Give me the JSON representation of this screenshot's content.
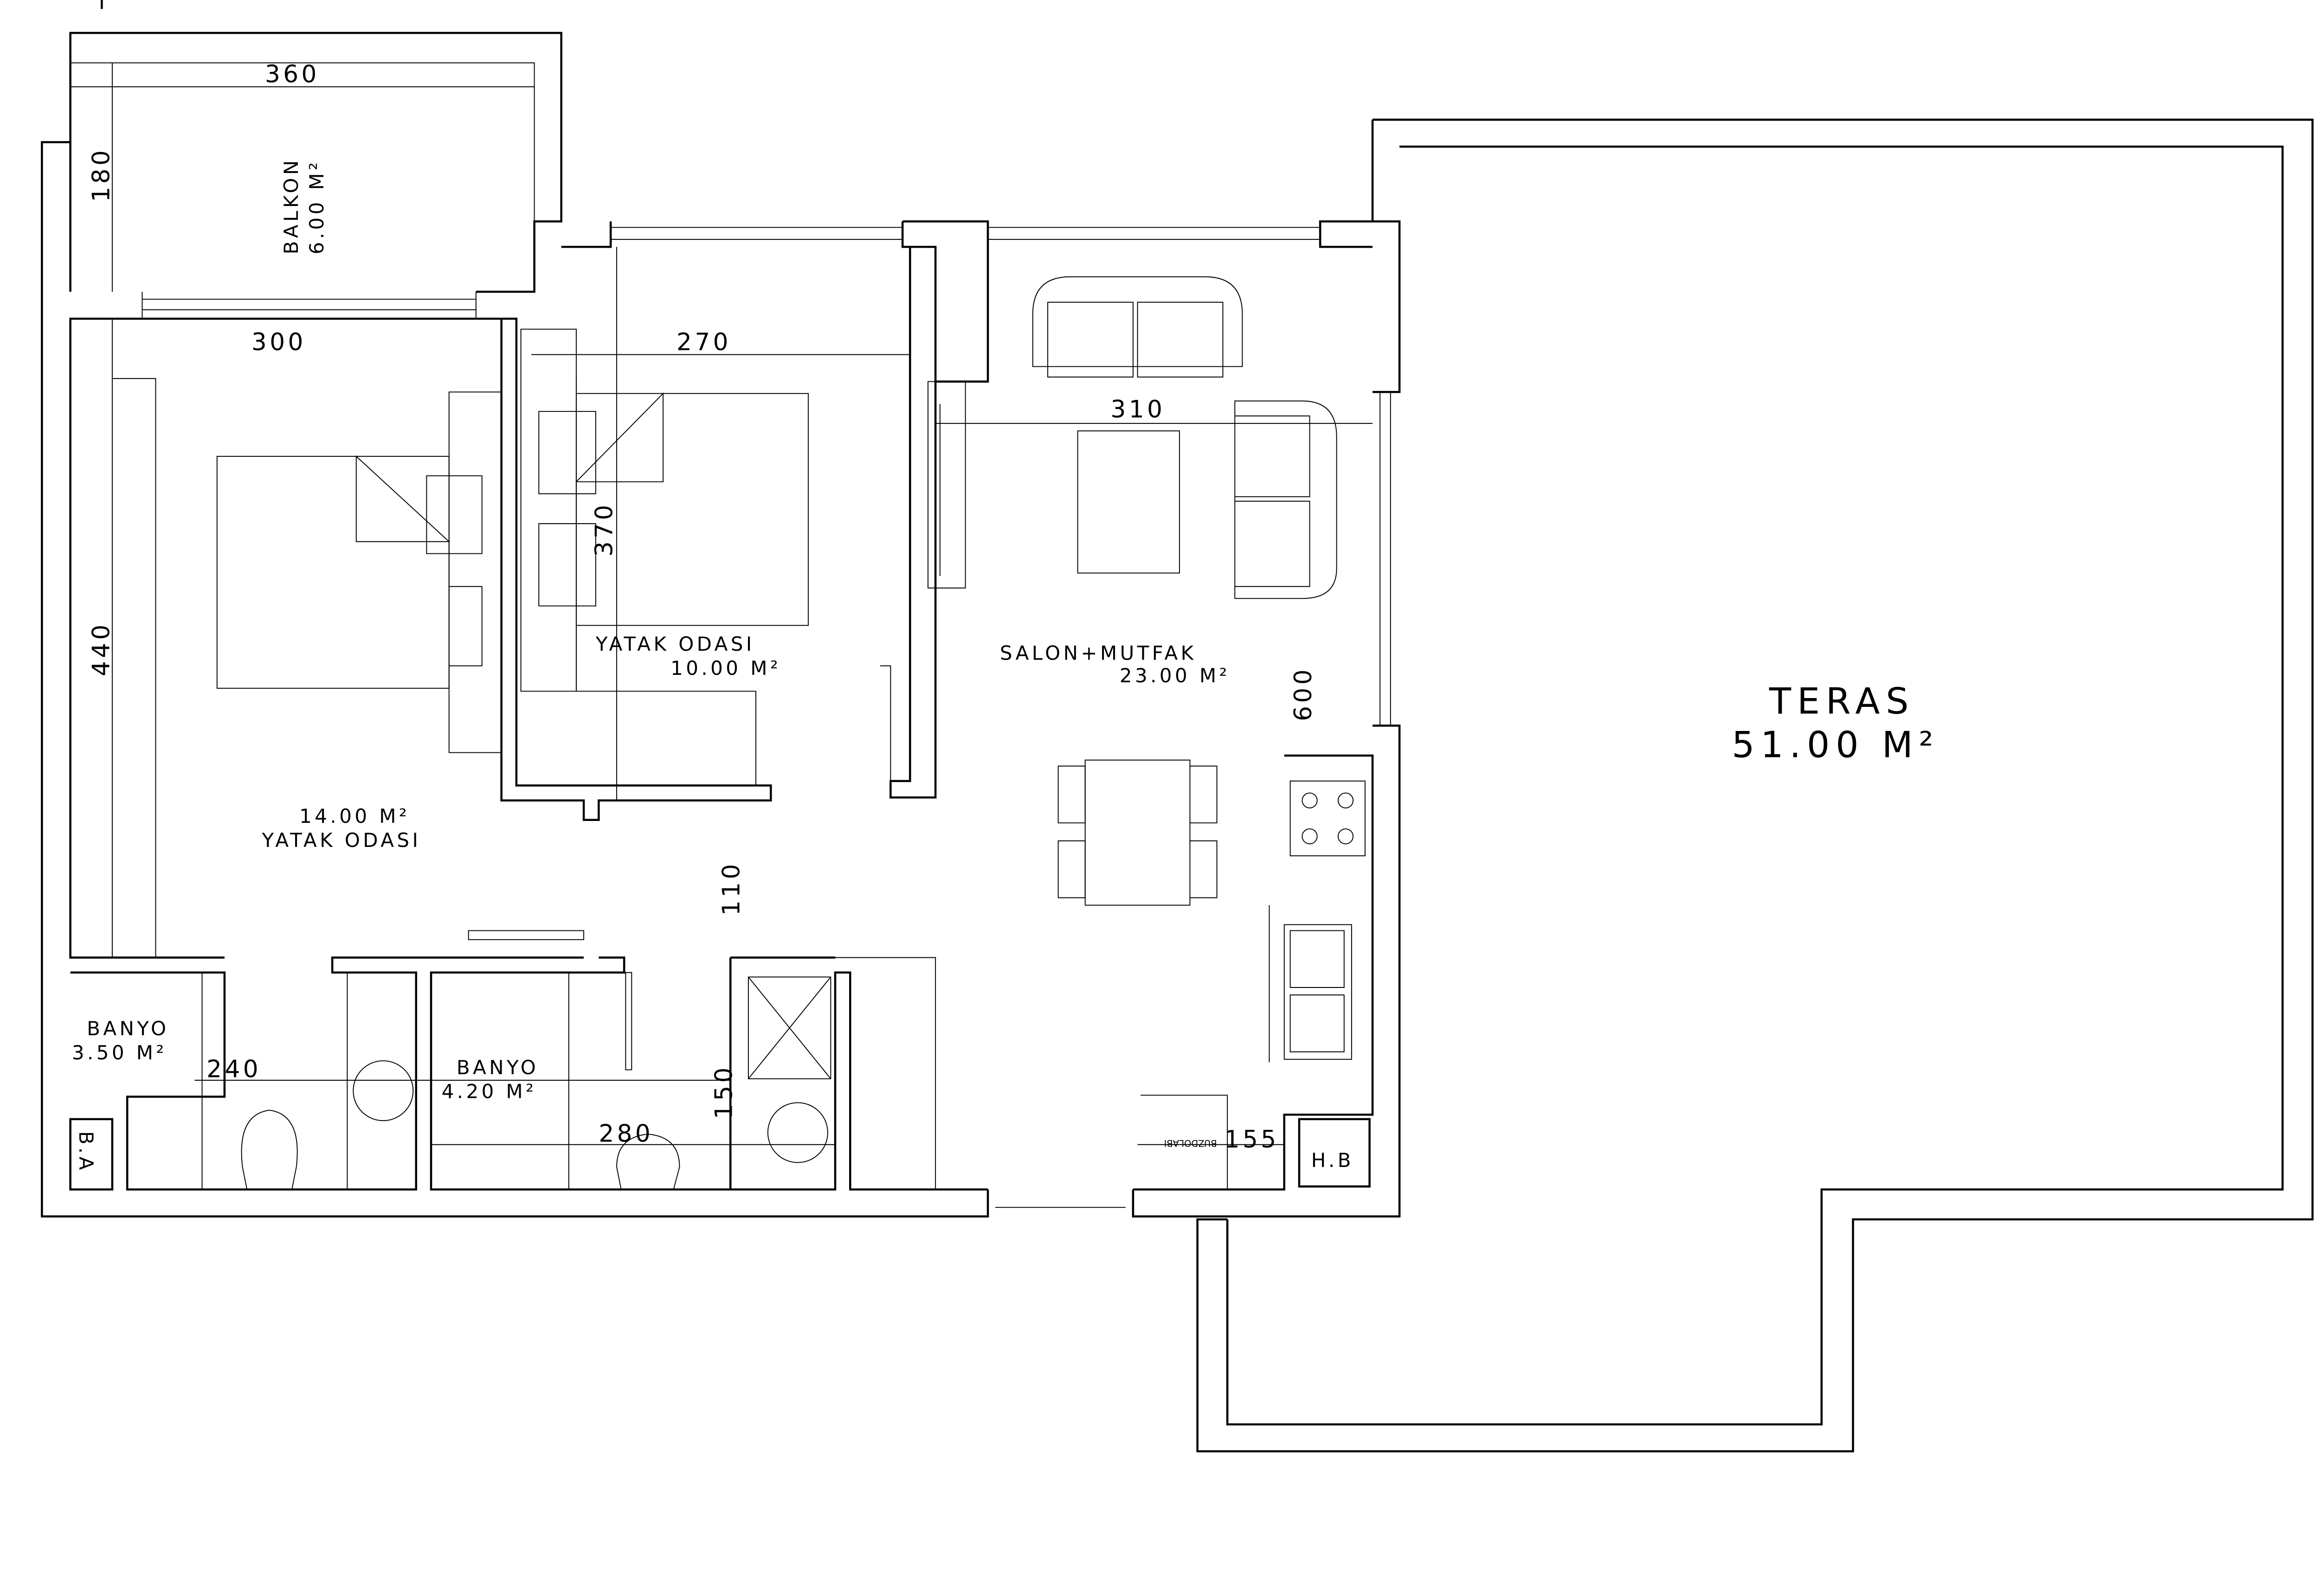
{
  "rooms": {
    "balkon": {
      "name": "BALKON",
      "area": "6.00 M²"
    },
    "yatak1": {
      "name": "YATAK ODASI",
      "area": "14.00 M²"
    },
    "yatak2": {
      "name": "YATAK ODASI",
      "area": "10.00 M²"
    },
    "salon": {
      "name": "SALON+MUTFAK",
      "area": "23.00 M²"
    },
    "banyo1": {
      "name": "BANYO",
      "area": "3.50 M²"
    },
    "banyo2": {
      "name": "BANYO",
      "area": "4.20 M²"
    },
    "teras": {
      "name": "TERAS",
      "area": "51.00 M²"
    }
  },
  "dimensions": {
    "balkon_w": "360",
    "balkon_h": "180",
    "yatak1_w": "300",
    "yatak1_h": "440",
    "yatak2_w": "270",
    "yatak2_h": "370",
    "salon_w": "310",
    "salon_h": "600",
    "hall": "110",
    "hall2": "150",
    "banyo1_w": "240",
    "banyo2_w": "280",
    "kitchen": "155"
  },
  "fixtures": {
    "fridge": "BUZDOLABI",
    "ba": "B.A",
    "hb": "H.B"
  }
}
